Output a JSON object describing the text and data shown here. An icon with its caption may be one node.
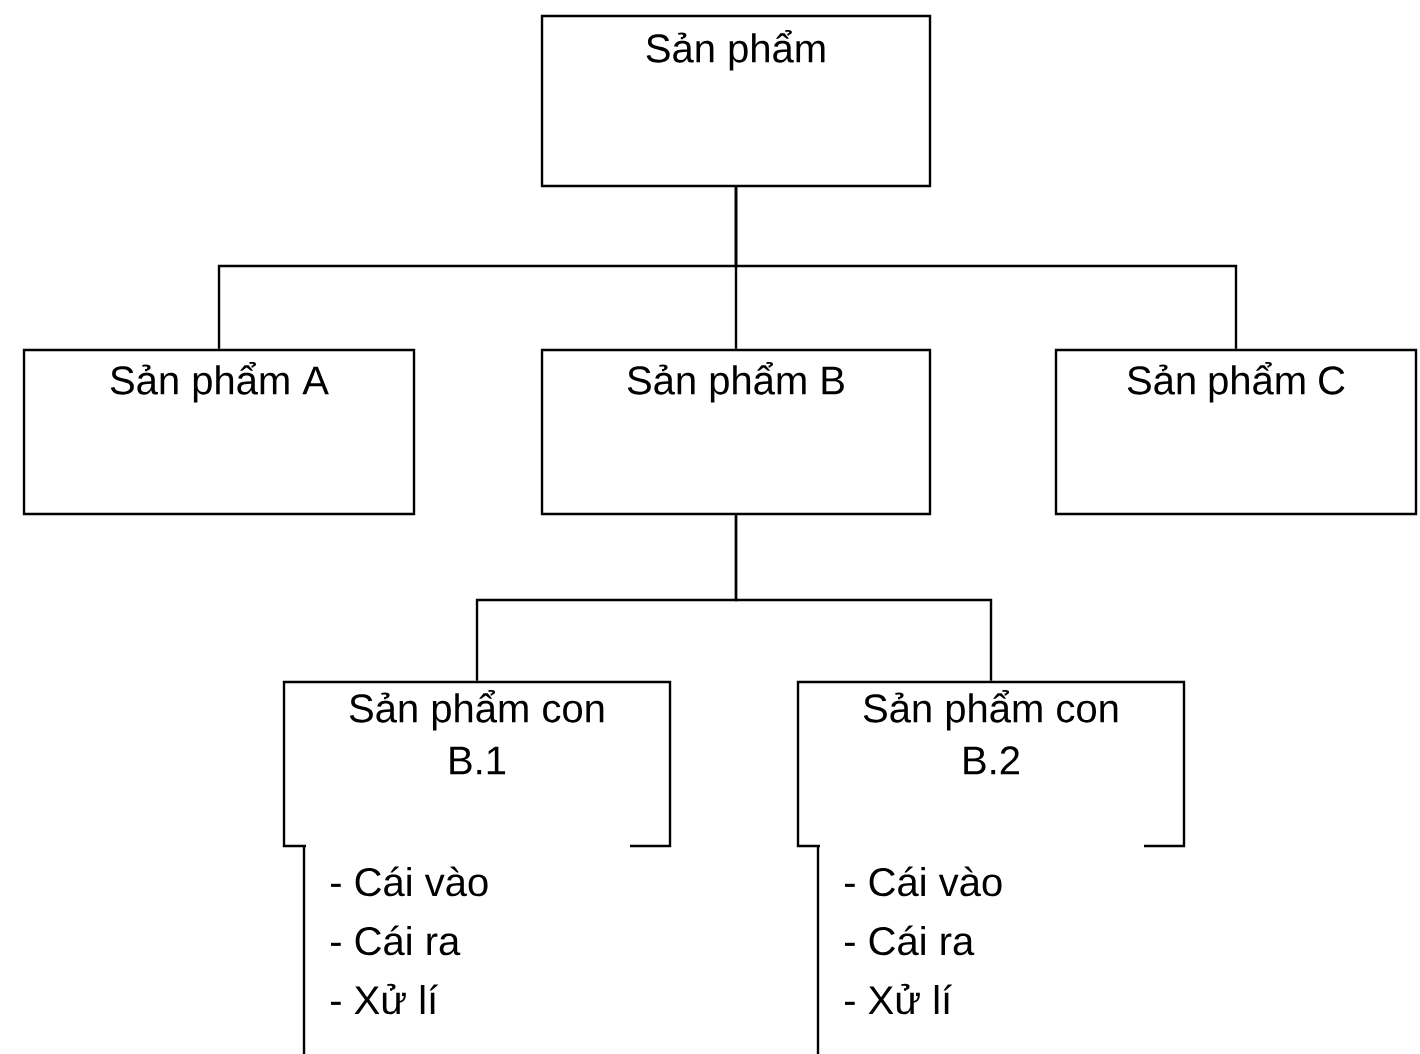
{
  "diagram": {
    "nodes": [
      {
        "text": [
          "Sản phẩm"
        ]
      },
      {
        "text": [
          "Sản phẩm A"
        ]
      },
      {
        "text": [
          "Sản phẩm B"
        ]
      },
      {
        "text": [
          "Sản phẩm C"
        ]
      },
      {
        "text": [
          "Sản phẩm con B.1",
          "- Cái vào",
          "- Cái ra",
          "- Xử lí"
        ]
      },
      {
        "text": [
          "Sản phẩm con B.2",
          "- Cái vào",
          "- Cái ra",
          "- Xử lí"
        ]
      }
    ],
    "edges": [
      {
        "from": 0,
        "to": 1,
        "arrow": "none"
      },
      {
        "from": 0,
        "to": 2,
        "arrow": "none"
      },
      {
        "from": 0,
        "to": 3,
        "arrow": "none"
      },
      {
        "from": 2,
        "to": 4,
        "arrow": "none"
      },
      {
        "from": 2,
        "to": 5,
        "arrow": "none"
      }
    ]
  }
}
